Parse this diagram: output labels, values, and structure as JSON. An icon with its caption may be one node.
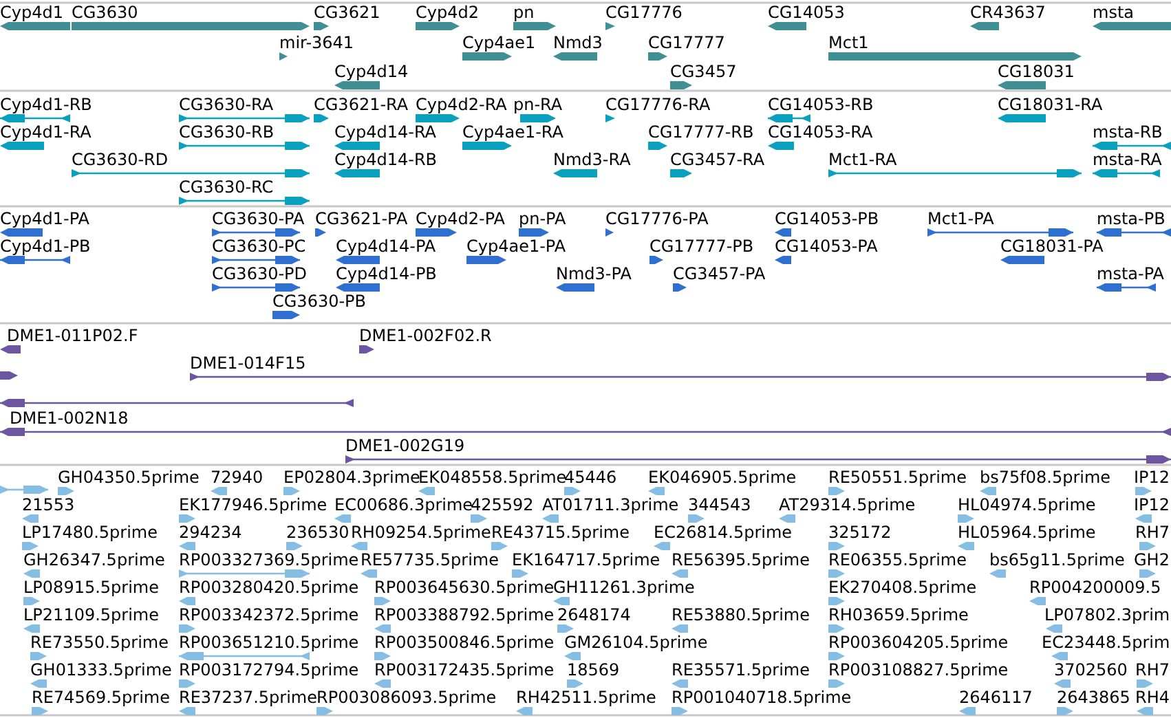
{
  "diagram": {
    "labels": [
      "Cyp4d1",
      "CG3630",
      "CG3621",
      "Cyp4d2",
      "pn",
      "CG17776",
      "CG14053",
      "CR43637",
      "msta",
      "mir-3641",
      "Cyp4ae1",
      "Nmd3",
      "CG17777",
      "Mct1",
      "Cyp4d14",
      "CG3457",
      "CG18031",
      "Cyp4d1-RB",
      "CG3630-RA",
      "CG3621-RA",
      "Cyp4d2-RA",
      "pn-RA",
      "CG17776-RA",
      "CG14053-RB",
      "CG18031-RA",
      "Cyp4d1-RA",
      "CG3630-RB",
      "Cyp4d14-RA",
      "Cyp4ae1-RA",
      "CG17777-RB",
      "CG14053-RA",
      "msta-RB",
      "CG3630-RD",
      "Cyp4d14-RB",
      "Nmd3-RA",
      "CG3457-RA",
      "Mct1-RA",
      "msta-RA",
      "CG3630-RC",
      "Cyp4d1-PA",
      "CG3630-PA",
      "CG3621-PA",
      "Cyp4d2-PA",
      "pn-PA",
      "CG17776-PA",
      "CG14053-PB",
      "Mct1-PA",
      "msta-PB",
      "Cyp4d1-PB",
      "CG3630-PC",
      "Cyp4d14-PA",
      "Cyp4ae1-PA",
      "CG17777-PB",
      "CG14053-PA",
      "CG18031-PA",
      "CG3630-PD",
      "Cyp4d14-PB",
      "Nmd3-PA",
      "CG3457-PA",
      "msta-PA",
      "CG3630-PB",
      "DME1-011P02.F",
      "DME1-002F02.R",
      "DME1-014F15",
      "DME1-002N18",
      "DME1-002G19",
      "GH04350.5prime",
      "72940",
      "EP02804.3prime",
      "EK048558.5prime",
      "45446",
      "EK046905.5prime",
      "RE50551.5prime",
      "bs75f08.5prime",
      "IP12",
      "21553",
      "EK177946.5prime",
      "EC00686.3prime",
      "425592",
      "AT01711.3prime",
      "344543",
      "AT29314.5prime",
      "HL04974.5prime",
      "IP12",
      "LP17480.5prime",
      "294234",
      "236530",
      "RH09254.5prime",
      "RE43715.5prime",
      "EC26814.5prime",
      "325172",
      "HL05964.5prime",
      "RH7",
      "GH26347.5prime",
      "RP003327369.5prime",
      "RE57735.5prime",
      "EK164717.5prime",
      "RE56395.5prime",
      "RE06355.5prime",
      "bs65g11.5prime",
      "GH2",
      "LP08915.5prime",
      "RP003280420.5prime",
      "RP003645630.5prime",
      "GH11261.3prime",
      "EK270408.5prime",
      "RP004200009.5",
      "LP21109.5prime",
      "RP003342372.5prime",
      "RP003388792.5prime",
      "2648174",
      "RE53880.5prime",
      "RH03659.5prime",
      "LP07802.3prim",
      "RE73550.5prime",
      "RP003651210.5prime",
      "RP003500846.5prime",
      "GM26104.5prime",
      "RP003604205.5prime",
      "EC23448.5prim",
      "GH01333.5prime",
      "RP003172794.5prime",
      "RP003172435.5prime",
      "18569",
      "RE35571.5prime",
      "RP003108827.5prime",
      "3702560",
      "RH7",
      "RE74569.5prime",
      "RE37237.5prime",
      "RP003086093.5prime",
      "RH42511.5prime",
      "RP001040718.5prime",
      "2646117",
      "2643865",
      "RH4"
    ]
  }
}
